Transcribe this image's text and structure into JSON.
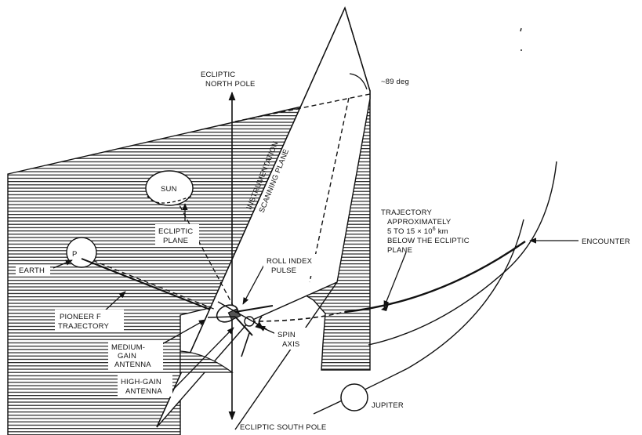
{
  "labels": {
    "ecliptic_north_pole_1": "ECLIPTIC",
    "ecliptic_north_pole_2": "NORTH POLE",
    "angle": "~89 deg",
    "scan_plane_1": "INSTRUMENTATION",
    "scan_plane_2": "SCANNING PLANE",
    "sun": "SUN",
    "ecliptic_plane_1": "ECLIPTIC",
    "ecliptic_plane_2": "PLANE",
    "trajectory_1": "TRAJECTORY",
    "trajectory_2": "APPROXIMATELY",
    "trajectory_3": "5 TO 15 × 10",
    "trajectory_exp": "6",
    "trajectory_unit": " km",
    "trajectory_4": "BELOW THE ECLIPTIC",
    "trajectory_5": "PLANE",
    "encounter": "ENCOUNTER",
    "earth_mark": "P",
    "earth": "EARTH",
    "roll_1": "ROLL INDEX",
    "roll_2": "PULSE",
    "pioneer_1": "PIONEER F",
    "pioneer_2": "TRAJECTORY",
    "spin_1": "SPIN",
    "spin_2": "AXIS",
    "mga_1": "MEDIUM-",
    "mga_2": "GAIN",
    "mga_3": "ANTENNA",
    "hga_1": "HIGH-GAIN",
    "hga_2": "ANTENNA",
    "jupiter": "JUPITER",
    "south_pole": "ECLIPTIC SOUTH POLE"
  }
}
